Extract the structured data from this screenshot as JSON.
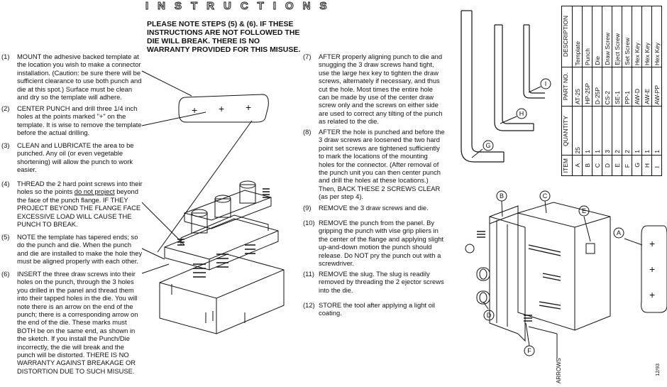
{
  "title": "INSTRUCTIONS",
  "notice": "PLEASE NOTE STEPS (5) & (6). IF THESE INSTRUCTIONS ARE NOT FOLLOWED THE DIE WILL BREAK. THERE IS NO WARRANTY PROVIDED FOR THIS MISUSE.",
  "steps": [
    {
      "num": "(1)",
      "text": "MOUNT the adhesive backed template at the location you wish to make a connector installation. (Caution: be sure there will be sufficient clearance to use both punch and die at this spot.) Surface must be clean and dry so the template will adhere."
    },
    {
      "num": "(2)",
      "text": "CENTER PUNCH and drill three 1/4 inch holes at the points marked \"+\" on the template. It is wise to remove the template before the actual drilling."
    },
    {
      "num": "(3)",
      "text": "CLEAN and LUBRICATE the area to be punched. Any oil (or even vegetable shortening) will allow the punch to work easier."
    },
    {
      "num": "(4)",
      "text_a": "THREAD the 2 hard point screws into their holes so the points ",
      "text_u": "do not project",
      "text_b": " beyond the face of the punch flange. IF THEY PROJECT BEYOND THE FLANGE FACE EXCESSIVE LOAD WILL CAUSE THE PUNCH TO BREAK."
    },
    {
      "num": "(5)",
      "text": "NOTE the template has tapered ends; so do the punch and die. When the punch and die are installed to make the hole they must be aligned properly with each other."
    },
    {
      "num": "(6)",
      "text": "INSERT the three draw screws into their holes on the punch, through the 3 holes you drilled in the panel and thread them into their tapped holes in the die. You will note there is an arrow on the end of the punch; there is a corresponding arrow on the end of the die. These marks must BOTH be on the same end, as shown in the sketch. If you install the Punch/Die incorrectly, the die will break and the punch will be distorted. THERE IS NO WARRANTY AGAINST BREAKAGE OR DISTORTION DUE TO SUCH MISUSE."
    },
    {
      "num": "(7)",
      "text": "AFTER properly aligning punch to die and snugging the 3 draw screws hand tight, use the large hex key to tighten the draw screws, alternately if necessary, and thus cut the hole. Most times the entire hole can be made by use of the center draw screw only and the screws on either side are used to correct any tilting of the punch as related to the die."
    },
    {
      "num": "(8)",
      "text": "AFTER the hole is punched and before the 3 draw screws are loosened the two hard point set screws are tightened sufficiently to mark the locations of the mounting holes for the connector. (After removal of the punch unit you can then center punch and drill the holes at these locations.) Then, BACK THESE 2 SCREWS CLEAR (as per step 4)."
    },
    {
      "num": "(9)",
      "text": "REMOVE the 3 draw screws and die."
    },
    {
      "num": "(10)",
      "text": "REMOVE the punch from the panel. By gripping the punch with vise grip pliers in the center of the flange and applying slight up-and-down motion the punch should release. Do NOT pry the punch out with a screwdriver."
    },
    {
      "num": "(11)",
      "text": "REMOVE the slug. The slug is readily removed by threading the 2 ejector screws into the die."
    },
    {
      "num": "(12)",
      "text": "STORE the tool after applying a light oil coating."
    }
  ],
  "template_marks": [
    "+",
    "+",
    "+"
  ],
  "right_template_marks": [
    "+",
    "+",
    "+"
  ],
  "key_labels": [
    "G",
    "H",
    "I"
  ],
  "assembly_labels": [
    "B",
    "C",
    "E",
    "A",
    "D",
    "F"
  ],
  "arrows_label": "ARROWS",
  "table": {
    "headers": [
      "ITEM",
      "QUANTITY",
      "PART NO.",
      "DESCRIPTION"
    ],
    "rows": [
      [
        "A",
        "25",
        "AT-25",
        "Template"
      ],
      [
        "B",
        "1",
        "HP-25P",
        "Punch"
      ],
      [
        "C",
        "1",
        "D-25P",
        "Die"
      ],
      [
        "D",
        "3",
        "CS-2",
        "Draw Screw"
      ],
      [
        "E",
        "2",
        "SE-1",
        "Eject Screw"
      ],
      [
        "F",
        "2",
        "PP-1",
        "Set Screw"
      ],
      [
        "G",
        "1",
        "AW-D",
        "Hex Key"
      ],
      [
        "H",
        "1",
        "AW-E",
        "Hex Key"
      ],
      [
        "I",
        "1",
        "AW-PP",
        "Hex Key"
      ]
    ]
  },
  "date_code": "12/93"
}
